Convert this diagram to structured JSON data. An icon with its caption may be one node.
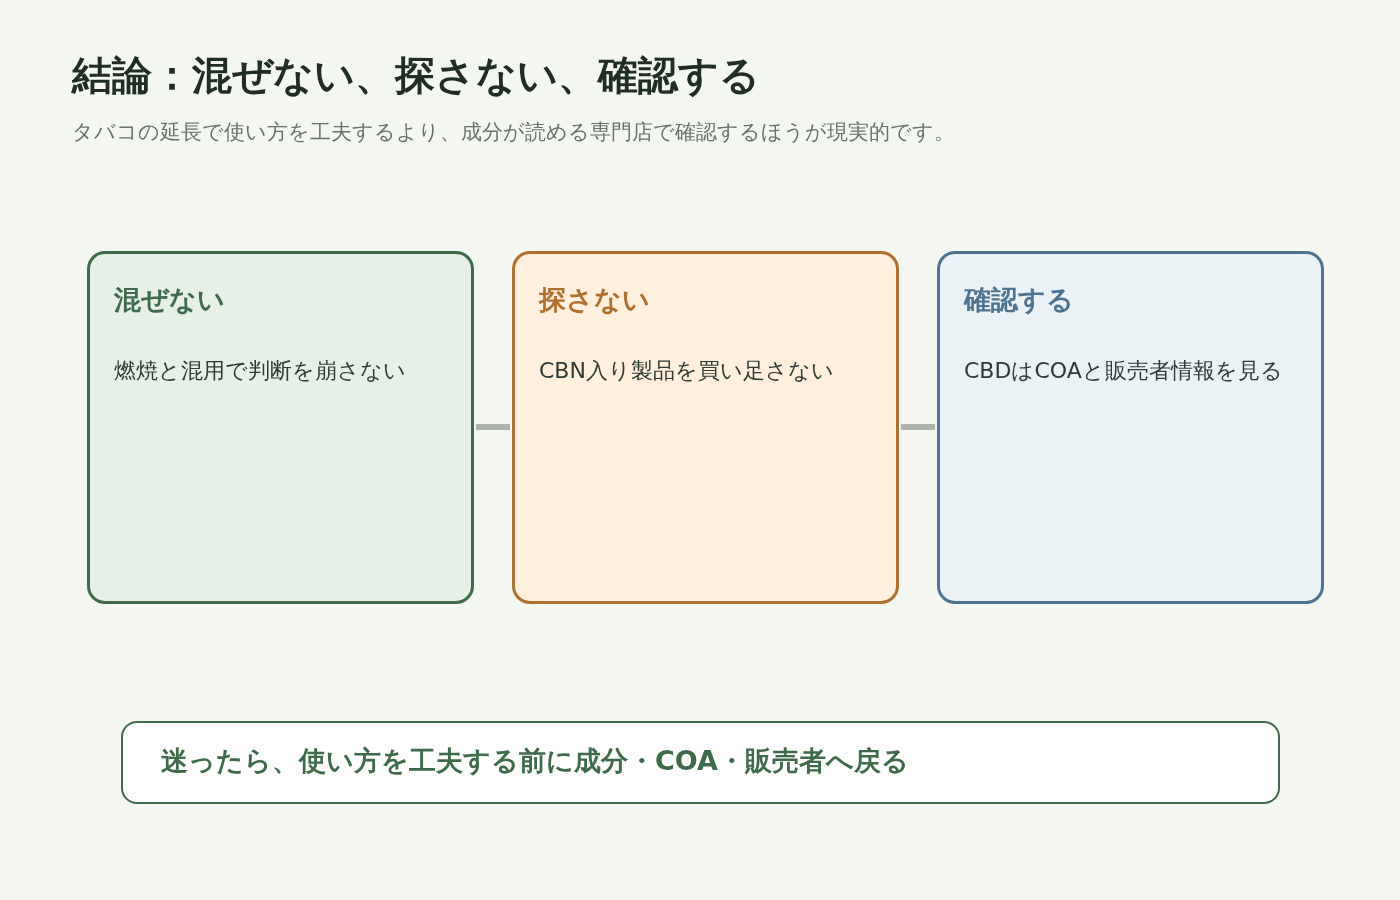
{
  "diagram": {
    "title": "結論：混ぜない、探さない、確認する",
    "nodes": [
      {
        "text": [
          "混ぜない",
          "燃焼と混用で判断を崩さない"
        ]
      },
      {
        "text": [
          "探さない",
          "CBN入り製品を買い足さない"
        ]
      },
      {
        "text": [
          "確認する",
          "CBDはCOAと販売者情報を見る"
        ]
      },
      {
        "text": [
          "迷ったら、使い方を工夫する前に成分・COA・販売者へ戻る"
        ]
      }
    ],
    "edges": [
      {
        "from": 0,
        "to": 1,
        "arrow": "none"
      },
      {
        "from": 1,
        "to": 2,
        "arrow": "none"
      }
    ],
    "labels": [
      "タバコの延長で使い方を工夫するより、成分が読める専門店で確認するほうが現実的です。"
    ]
  }
}
